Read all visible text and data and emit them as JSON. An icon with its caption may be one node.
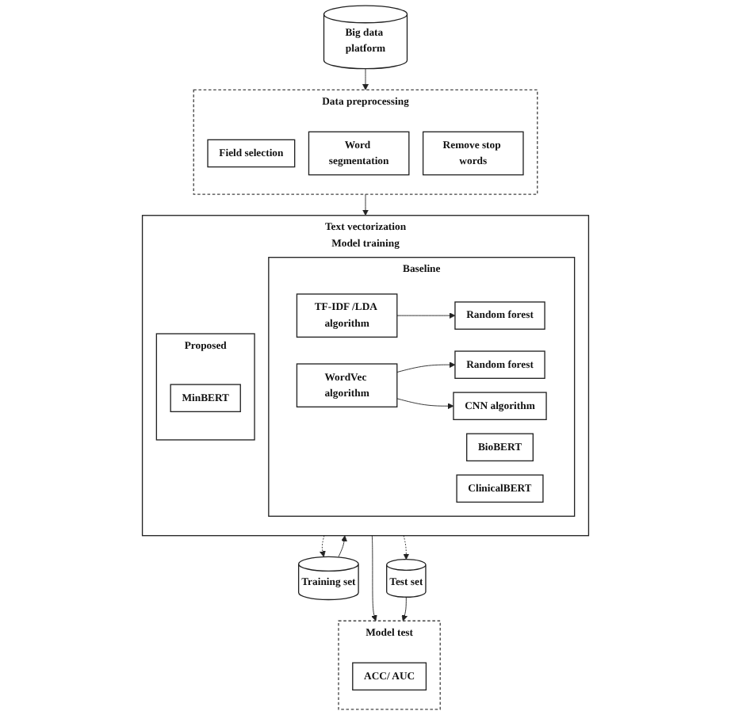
{
  "diagram": {
    "nodes": [
      {
        "text": [
          "Data preprocessing"
        ]
      },
      {
        "text": [
          "Field selection"
        ],
        "in": 0
      },
      {
        "text": [
          "Word segmentation"
        ],
        "in": 0
      },
      {
        "text": [
          "Remove stop words"
        ],
        "in": 0
      },
      {
        "text": [
          "Text vectorization",
          "Model training"
        ]
      },
      {
        "text": [
          "Baseline"
        ],
        "in": 4
      },
      {
        "text": [
          "TF-IDF /LDA algorithm"
        ],
        "in": 5
      },
      {
        "text": [
          "Random forest"
        ],
        "in": 5
      },
      {
        "text": [
          "WordVec algorithm"
        ],
        "in": 5
      },
      {
        "text": [
          "Random forest"
        ],
        "in": 5
      },
      {
        "text": [
          "CNN algorithm"
        ],
        "in": 5
      },
      {
        "text": [
          "BioBERT"
        ],
        "in": 5
      },
      {
        "text": [
          "ClinicalBERT"
        ],
        "in": 5
      },
      {
        "text": [
          "Proposed"
        ],
        "in": 4
      },
      {
        "text": [
          "MinBERT"
        ],
        "in": 13
      },
      {
        "text": [
          "Big data platform"
        ]
      },
      {
        "text": [
          "Training set"
        ]
      },
      {
        "text": [
          "Test set"
        ]
      },
      {
        "text": [
          "Model test"
        ]
      },
      {
        "text": [
          "ACC/ AUC"
        ],
        "in": 18
      }
    ],
    "edges": [
      {
        "from": 15,
        "to": 0,
        "arrow": "to"
      },
      {
        "from": 0,
        "to": 4,
        "arrow": "to"
      },
      {
        "from": 6,
        "to": 7,
        "arrow": "to"
      },
      {
        "from": 8,
        "to": 9,
        "arrow": "to"
      },
      {
        "from": 8,
        "to": 10,
        "arrow": "to"
      },
      {
        "from": 16,
        "to": 4,
        "arrow": "to"
      },
      {
        "from": 4,
        "to": 16,
        "arrow": "to",
        "style": "dashed"
      },
      {
        "from": 4,
        "to": 17,
        "arrow": "to",
        "style": "dashed"
      },
      {
        "from": 4,
        "to": 18,
        "arrow": "to"
      },
      {
        "from": 17,
        "to": 18,
        "arrow": "to"
      }
    ]
  }
}
